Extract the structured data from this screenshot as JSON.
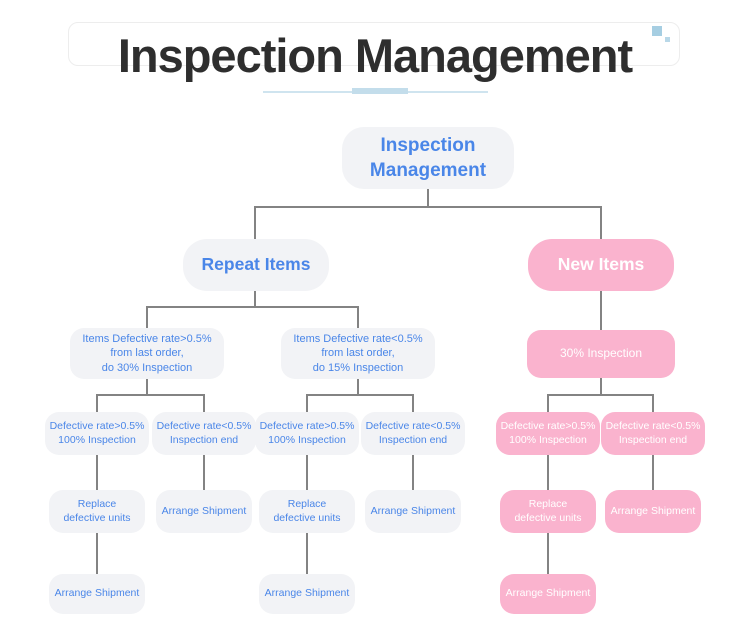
{
  "header": {
    "title": "Inspection Management"
  },
  "flowchart": {
    "nodes": {
      "root": {
        "label": "Inspection\nManagement"
      },
      "repeat_items": {
        "label": "Repeat Items"
      },
      "new_items": {
        "label": "New Items"
      },
      "repeat_high": {
        "label": "Items Defective rate>0.5%\nfrom last order,\ndo 30% Inspection"
      },
      "repeat_low": {
        "label": "Items Defective rate<0.5%\nfrom last order,\ndo 15% Inspection"
      },
      "new_inspect": {
        "label": "30% Inspection"
      },
      "rh_defect_high": {
        "label": "Defective rate>0.5%\n100% Inspection"
      },
      "rh_defect_low": {
        "label": "Defective rate<0.5%\nInspection end"
      },
      "rl_defect_high": {
        "label": "Defective rate>0.5%\n100% Inspection"
      },
      "rl_defect_low": {
        "label": "Defective rate<0.5%\nInspection end"
      },
      "ni_defect_high": {
        "label": "Defective rate>0.5%\n100% Inspection"
      },
      "ni_defect_low": {
        "label": "Defective rate<0.5%\nInspection end"
      },
      "rh_replace": {
        "label": "Replace\ndefective units"
      },
      "rh_ship": {
        "label": "Arrange Shipment"
      },
      "rl_replace": {
        "label": "Replace\ndefective units"
      },
      "rl_ship": {
        "label": "Arrange Shipment"
      },
      "ni_replace": {
        "label": "Replace\ndefective units"
      },
      "ni_ship": {
        "label": "Arrange Shipment"
      },
      "rh_final_ship": {
        "label": "Arrange Shipment"
      },
      "rl_final_ship": {
        "label": "Arrange Shipment"
      },
      "ni_final_ship": {
        "label": "Arrange Shipment"
      }
    },
    "colors": {
      "blue_text": "#4a86e8",
      "pink_node": "#fab3ce",
      "gray_node": "#f2f3f6",
      "connector_gray": "#838383",
      "title_dark": "#2e2e2e",
      "divider_blue": "#c3ddeb"
    }
  }
}
